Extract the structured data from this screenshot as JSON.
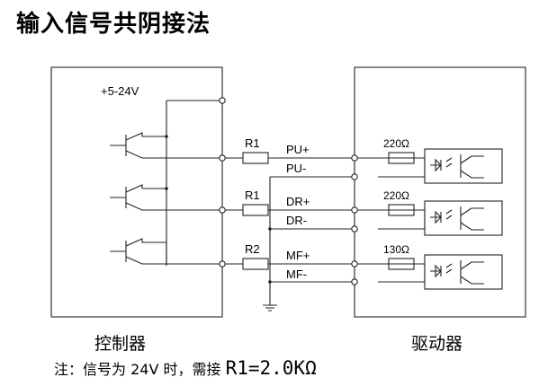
{
  "title": "输入信号共阴接法",
  "controller_label": "控制器",
  "driver_label": "驱动器",
  "note": {
    "prefix": "注：信号为 24V 时，需接",
    "formula": "R1=2.0KΩ"
  },
  "supply_label": "+5-24V",
  "channels": [
    {
      "resistor": "R1",
      "pos_signal": "PU+",
      "neg_signal": "PU-",
      "driver_resistor": "220Ω"
    },
    {
      "resistor": "R1",
      "pos_signal": "DR+",
      "neg_signal": "DR-",
      "driver_resistor": "220Ω"
    },
    {
      "resistor": "R2",
      "pos_signal": "MF+",
      "neg_signal": "MF-",
      "driver_resistor": "130Ω"
    }
  ]
}
